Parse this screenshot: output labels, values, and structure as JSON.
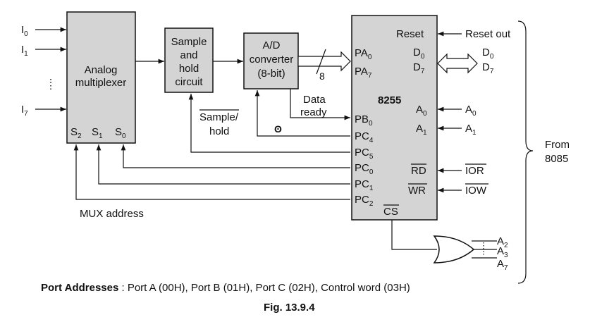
{
  "colors": {
    "block_fill": "#d4d4d4",
    "line": "#111111",
    "background": "#ffffff"
  },
  "inputs": {
    "i0": {
      "main": "I",
      "sub": "0"
    },
    "i1": {
      "main": "I",
      "sub": "1"
    },
    "i7": {
      "main": "I",
      "sub": "7"
    }
  },
  "blocks": {
    "mux": {
      "line1": "Analog",
      "line2": "multiplexer",
      "s2": {
        "main": "S",
        "sub": "2"
      },
      "s1": {
        "main": "S",
        "sub": "1"
      },
      "s0": {
        "main": "S",
        "sub": "0"
      }
    },
    "sample_hold": {
      "line1": "Sample",
      "line2": "and",
      "line3": "hold",
      "line4": "circuit"
    },
    "adc": {
      "line1": "A/D",
      "line2": "converter",
      "line3": "(8-bit)"
    },
    "ppi": {
      "name": "8255",
      "reset": "Reset",
      "d0": {
        "main": "D",
        "sub": "0"
      },
      "d7": {
        "main": "D",
        "sub": "7"
      },
      "a0": {
        "main": "A",
        "sub": "0"
      },
      "a1": {
        "main": "A",
        "sub": "1"
      },
      "rd": "RD",
      "wr": "WR",
      "cs": "CS",
      "pa0": {
        "main": "PA",
        "sub": "0"
      },
      "pa7": {
        "main": "PA",
        "sub": "7"
      },
      "pb0": {
        "main": "PB",
        "sub": "0"
      },
      "pc4": {
        "main": "PC",
        "sub": "4"
      },
      "pc5": {
        "main": "PC",
        "sub": "5"
      },
      "pc0": {
        "main": "PC",
        "sub": "0"
      },
      "pc1": {
        "main": "PC",
        "sub": "1"
      },
      "pc2": {
        "main": "PC",
        "sub": "2"
      }
    }
  },
  "labels": {
    "bus_width": "8",
    "data_ready_1": "Data",
    "data_ready_2": "ready",
    "sample_hold_1": "Sample/",
    "sample_hold_2": "hold",
    "soc_symbol": "ʘ",
    "mux_address": "MUX address",
    "reset_out": "Reset out",
    "d0_ext": {
      "main": "D",
      "sub": "0"
    },
    "d7_ext": {
      "main": "D",
      "sub": "7"
    },
    "a0_ext": {
      "main": "A",
      "sub": "0"
    },
    "a1_ext": {
      "main": "A",
      "sub": "1"
    },
    "ior": "IOR",
    "iow": "IOW",
    "a2": {
      "main": "A",
      "sub": "2"
    },
    "a3": {
      "main": "A",
      "sub": "3"
    },
    "a7": {
      "main": "A",
      "sub": "7"
    },
    "from_1": "From",
    "from_2": "8085"
  },
  "footer": {
    "port_label": "Port Addresses",
    "port_text": " : Port A (00H), Port B (01H), Port C (02H), Control word (03H)",
    "figure_caption": "Fig. 13.9.4"
  }
}
